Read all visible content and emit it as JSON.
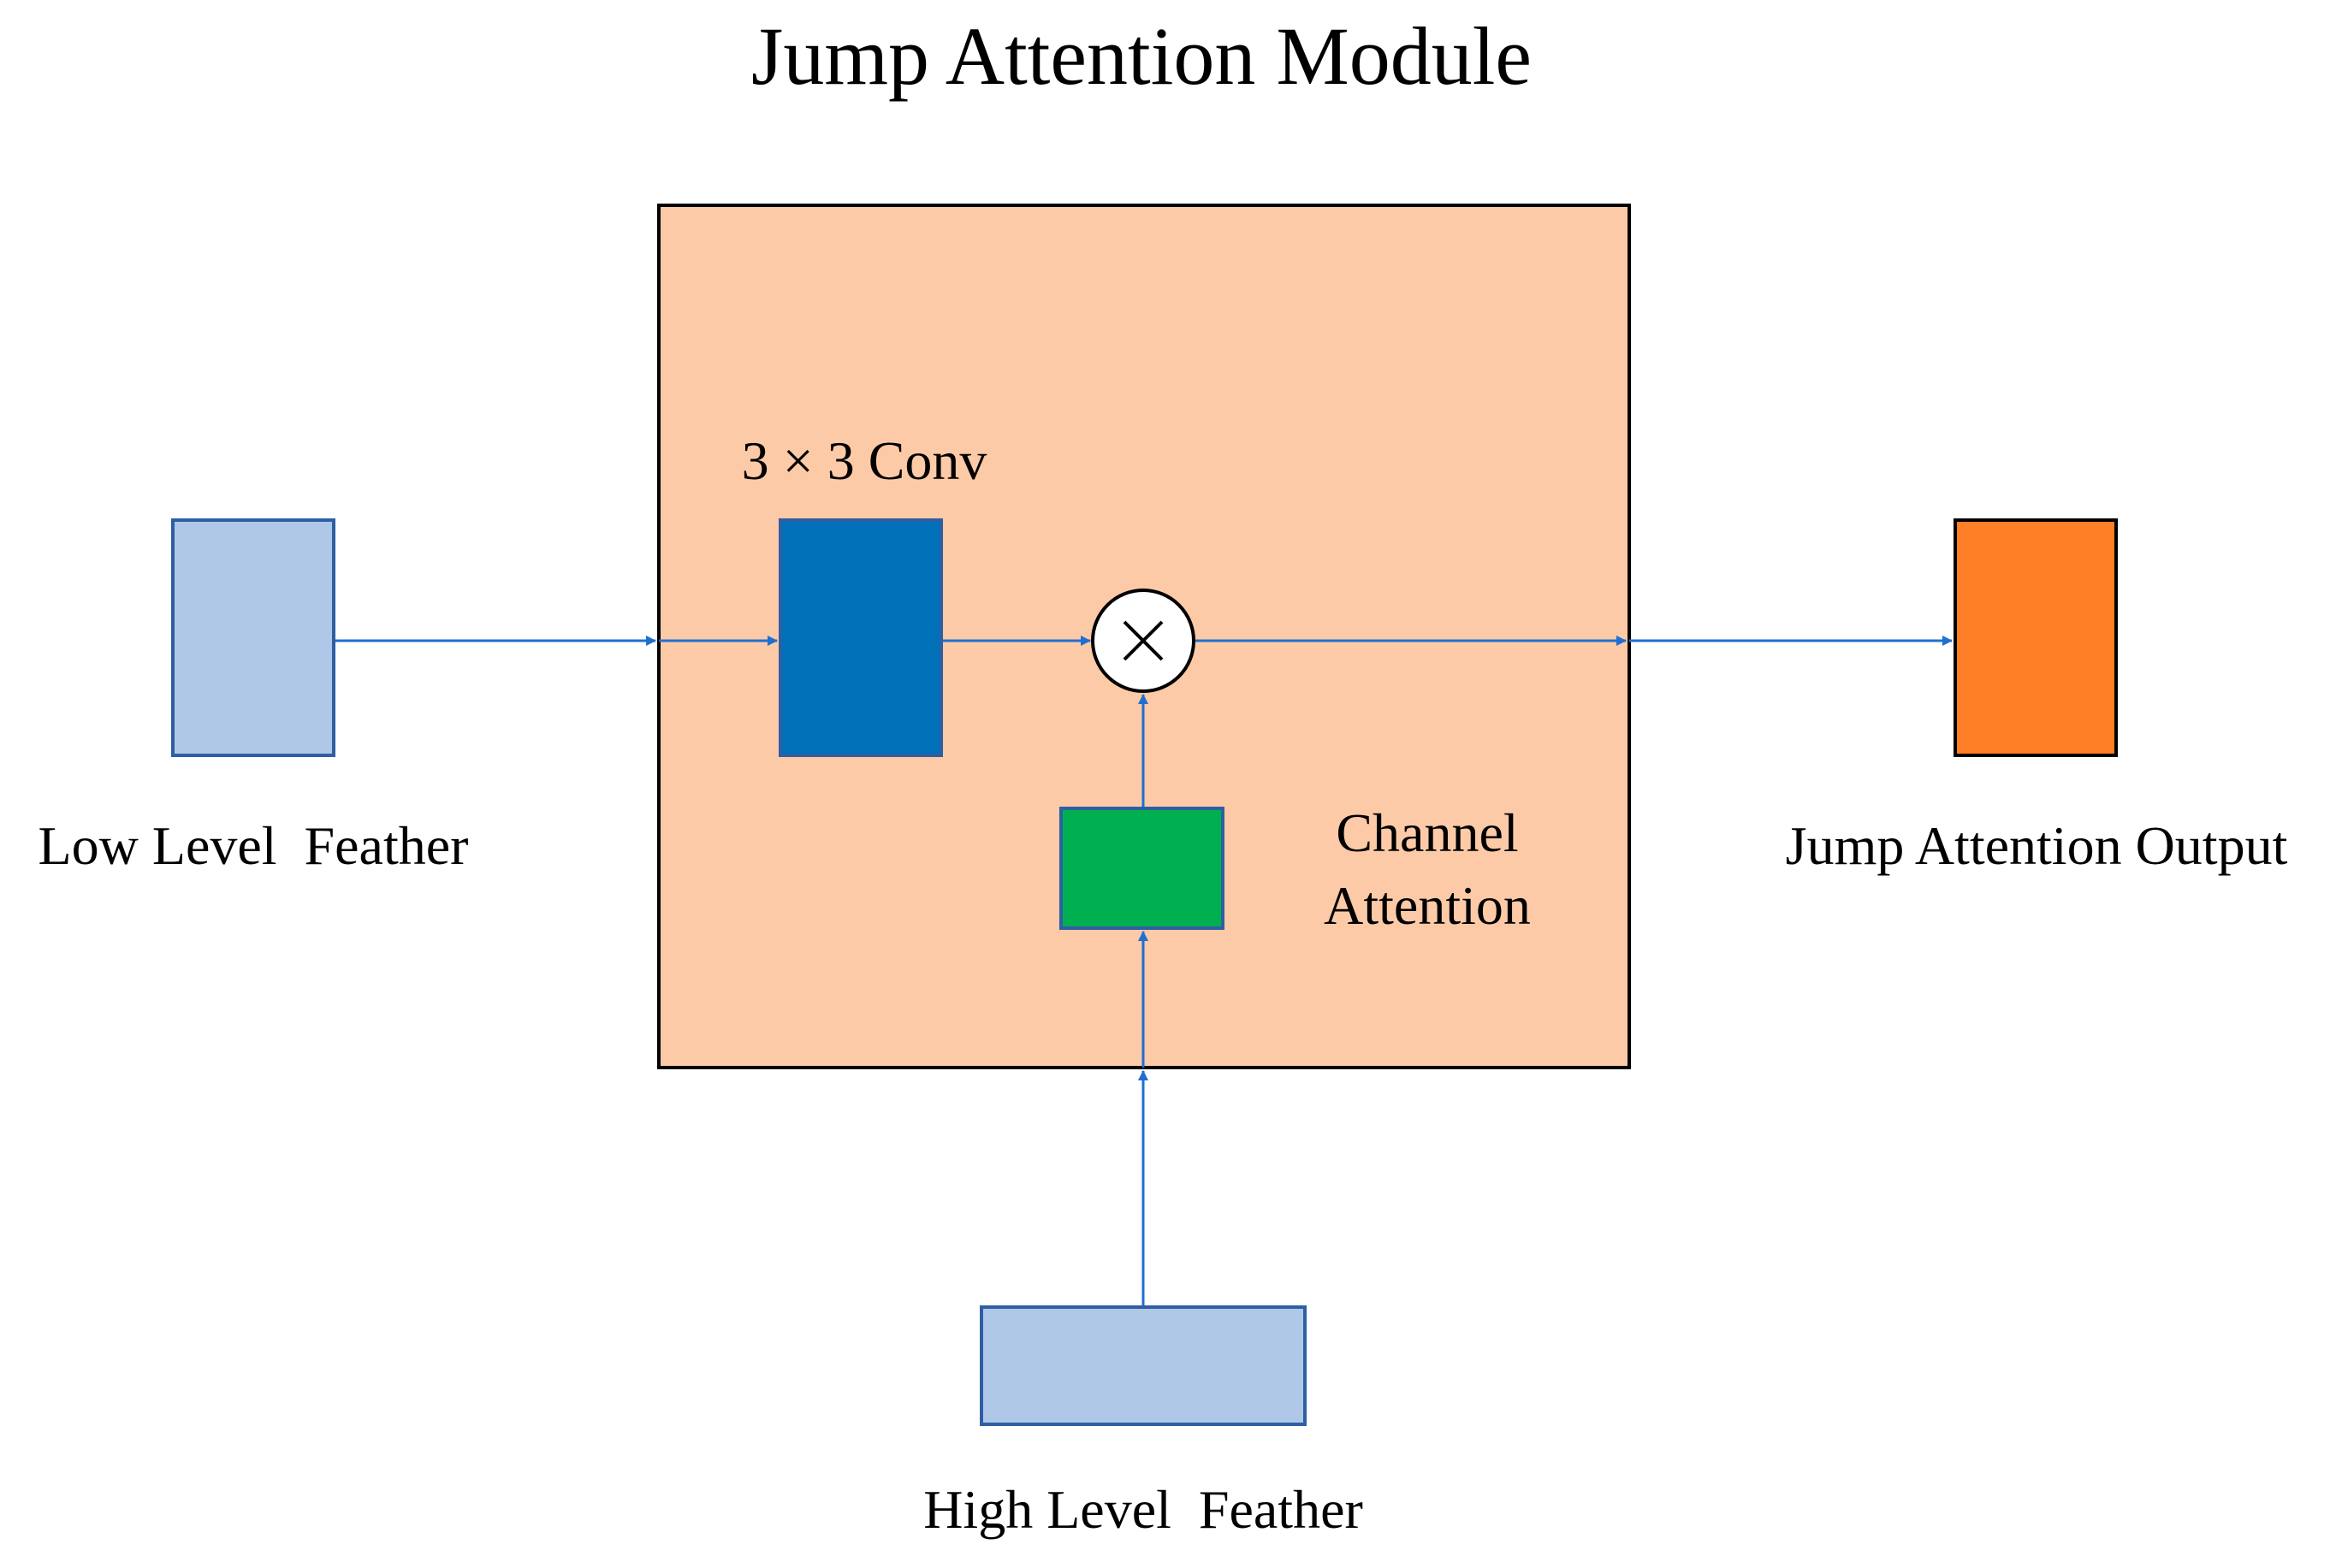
{
  "title": "Jump Attention Module",
  "labels": {
    "low_level": "Low Level  Feather",
    "high_level": "High Level  Feather",
    "conv": "3 × 3 Conv",
    "channel_attention_line1": "Channel",
    "channel_attention_line2": "Attention",
    "output": "Jump Attention Output"
  },
  "colors": {
    "module_fill": "#fdcaa8",
    "input_fill": "#afc8e8",
    "input_stroke": "#2e5fa3",
    "conv_fill": "#0070b8",
    "attention_fill": "#00b050",
    "output_fill": "#ff7f26",
    "arrow": "#1f6fd1"
  },
  "icons": {
    "multiply": "multiply-circle-icon"
  }
}
